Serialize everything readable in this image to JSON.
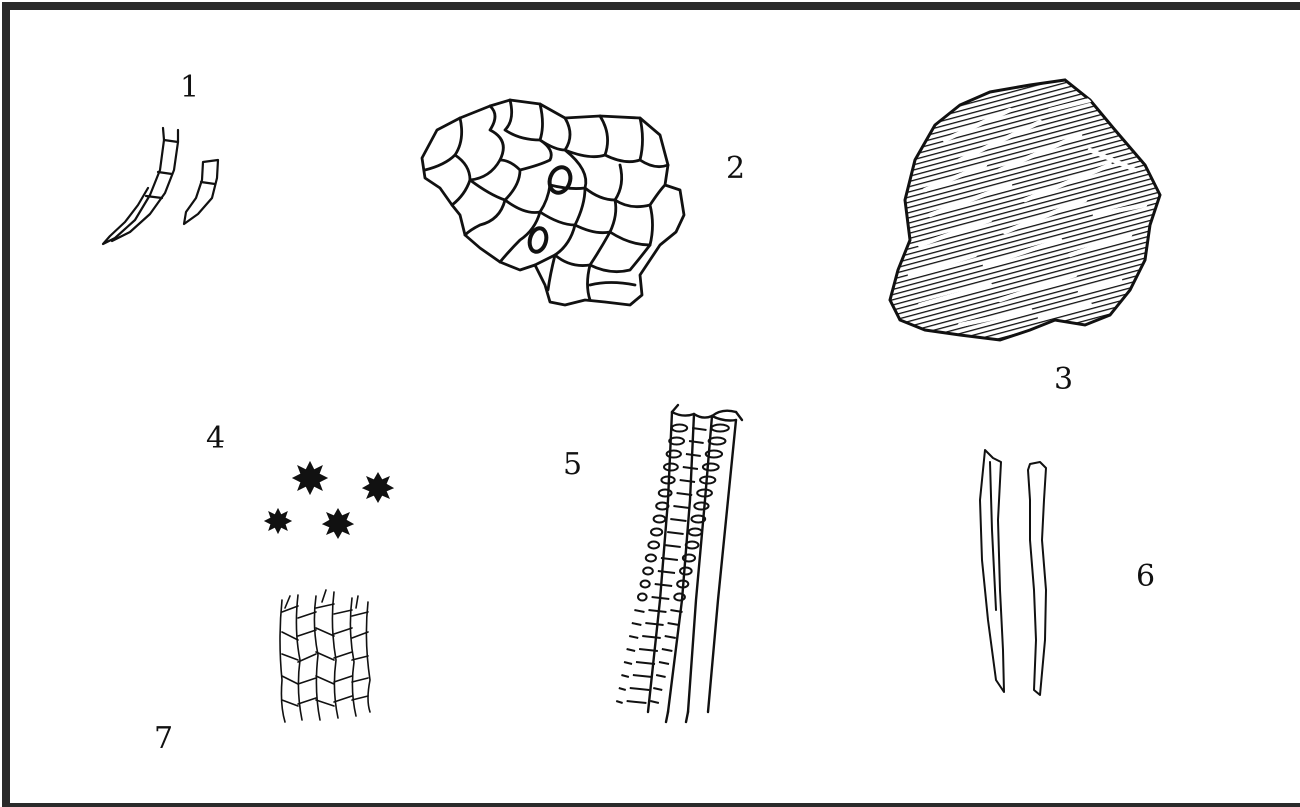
{
  "figure": {
    "labels": [
      "1",
      "2",
      "3",
      "4",
      "5",
      "6",
      "7"
    ]
  },
  "style": {
    "ink": "#111111",
    "border": "#2a2a2a",
    "background": "#ffffff"
  }
}
